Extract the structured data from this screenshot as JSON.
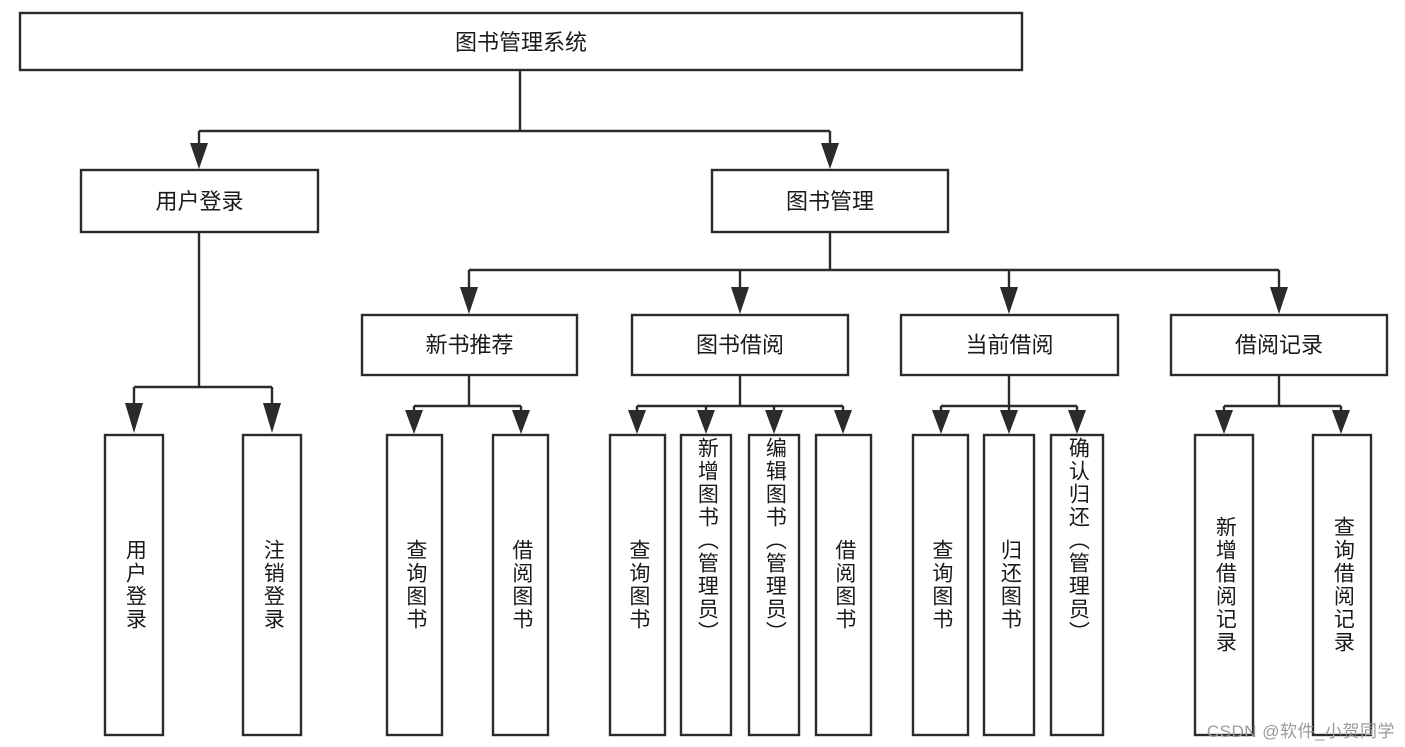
{
  "diagram": {
    "type": "tree-hierarchy",
    "title": "图书管理系统",
    "orientation": "top-down",
    "root": {
      "id": "root",
      "label": "图书管理系统",
      "level": 0
    },
    "level2": [
      {
        "id": "user-login",
        "label": "用户登录"
      },
      {
        "id": "book-manage",
        "label": "图书管理"
      }
    ],
    "level3": [
      {
        "id": "new-book-rec",
        "label": "新书推荐",
        "parent": "book-manage"
      },
      {
        "id": "book-borrow",
        "label": "图书借阅",
        "parent": "book-manage"
      },
      {
        "id": "current-borrow",
        "label": "当前借阅",
        "parent": "book-manage"
      },
      {
        "id": "borrow-record",
        "label": "借阅记录",
        "parent": "book-manage"
      }
    ],
    "leaves": [
      {
        "id": "leaf-user-login",
        "label": "用户登录",
        "parent": "user-login"
      },
      {
        "id": "leaf-user-logout",
        "label": "注销登录",
        "parent": "user-login"
      },
      {
        "id": "leaf-rec-query",
        "label": "查询图书",
        "parent": "new-book-rec"
      },
      {
        "id": "leaf-rec-borrow",
        "label": "借阅图书",
        "parent": "new-book-rec"
      },
      {
        "id": "leaf-borrow-query",
        "label": "查询图书",
        "parent": "book-borrow"
      },
      {
        "id": "leaf-borrow-add",
        "label": "新增图书（管理员）",
        "parent": "book-borrow"
      },
      {
        "id": "leaf-borrow-edit",
        "label": "编辑图书（管理员）",
        "parent": "book-borrow"
      },
      {
        "id": "leaf-borrow-lend",
        "label": "借阅图书",
        "parent": "book-borrow"
      },
      {
        "id": "leaf-cur-query",
        "label": "查询图书",
        "parent": "current-borrow"
      },
      {
        "id": "leaf-cur-return",
        "label": "归还图书",
        "parent": "current-borrow"
      },
      {
        "id": "leaf-cur-confirm",
        "label": "确认归还（管理员）",
        "parent": "current-borrow"
      },
      {
        "id": "leaf-rec-add",
        "label": "新增借阅记录",
        "parent": "borrow-record"
      },
      {
        "id": "leaf-rec-query2",
        "label": "查询借阅记录",
        "parent": "borrow-record"
      }
    ],
    "colors": {
      "stroke": "#2b2b2b",
      "fill": "#ffffff",
      "text": "#1a1a1a",
      "watermark": "#9a9a9a"
    }
  },
  "watermark": {
    "text": "CSDN @软件_小贺同学"
  }
}
